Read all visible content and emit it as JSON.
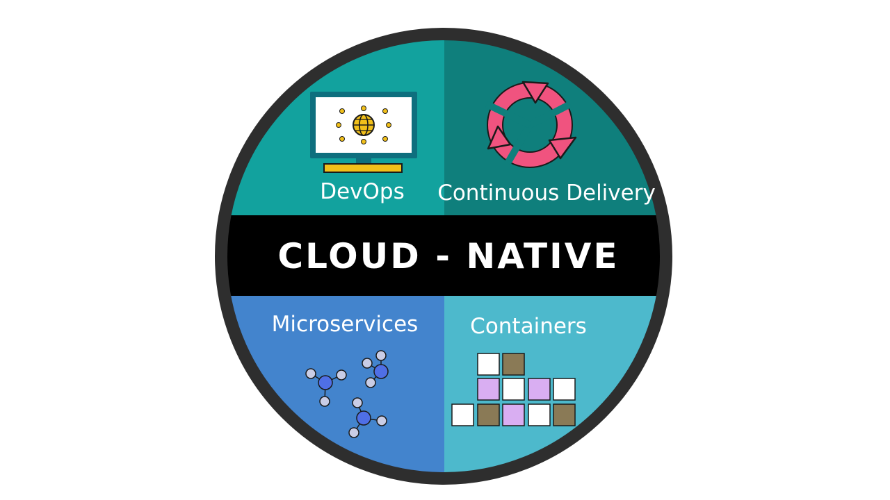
{
  "title": "CLOUD - NATIVE",
  "quadrants": {
    "devops": {
      "label": "DevOps",
      "color": "#12a29e",
      "icon": "monitor-globe-icon"
    },
    "delivery": {
      "label": "Continuous Delivery",
      "color": "#0f7f7c",
      "icon": "refresh-cycle-icon"
    },
    "microservices": {
      "label": "Microservices",
      "color": "#4384cd",
      "icon": "node-network-icon"
    },
    "containers": {
      "label": "Containers",
      "color": "#4db9cc",
      "icon": "stacked-boxes-icon"
    }
  },
  "colors": {
    "band": "#000000",
    "ring": "#2e2e2e",
    "monitor_frame": "#0e6f7e",
    "monitor_stand": "#f2c01a",
    "cycle_arrows": "#f0537f",
    "node_fill": "#c9cde6",
    "node_center": "#4f6fe6",
    "box_white": "#ffffff",
    "box_purple": "#d9aef2",
    "box_brown": "#8a7a56"
  }
}
